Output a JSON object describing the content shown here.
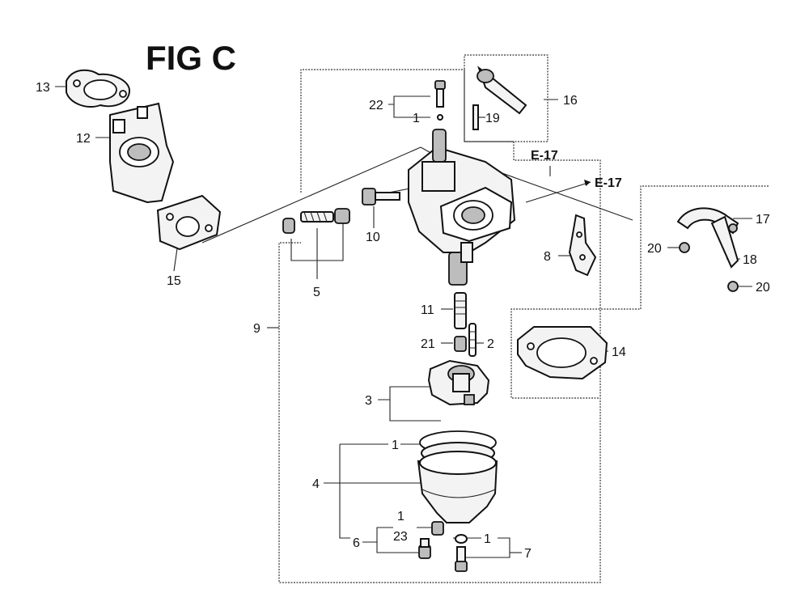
{
  "figure": {
    "title": "FIG C",
    "references": {
      "carb_ref": "E-17",
      "arrow_ref": "E-17"
    }
  },
  "callouts": {
    "p1": "1",
    "p1b": "1",
    "p1c": "1",
    "p1d": "1",
    "p2": "2",
    "p3": "3",
    "p4": "4",
    "p5": "5",
    "p6": "6",
    "p7": "7",
    "p8": "8",
    "p9": "9",
    "p10": "10",
    "p11": "11",
    "p12": "12",
    "p13": "13",
    "p14": "14",
    "p15": "15",
    "p16": "16",
    "p17": "17",
    "p18": "18",
    "p19": "19",
    "p20a": "20",
    "p20b": "20",
    "p21": "21",
    "p22": "22",
    "p23": "23"
  }
}
